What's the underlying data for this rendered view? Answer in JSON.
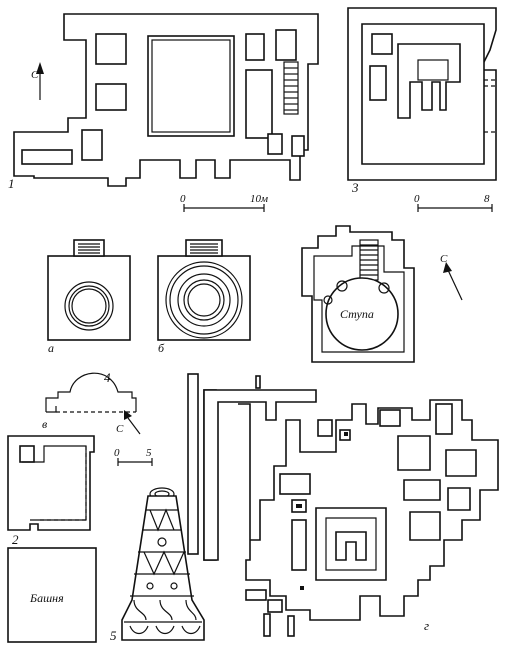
{
  "figures": [
    {
      "id": "fig-1",
      "number": "1"
    },
    {
      "id": "fig-2",
      "number": "2"
    },
    {
      "id": "fig-3",
      "number": "3"
    },
    {
      "id": "fig-4",
      "number": "4",
      "subfigures": [
        "а",
        "б",
        "в"
      ]
    },
    {
      "id": "fig-5",
      "number": "5"
    },
    {
      "id": "fig-g",
      "number": "г"
    }
  ],
  "labels": {
    "north": "С",
    "stupa": "Ступа",
    "tower": "Башня",
    "fig1_number": "1",
    "fig2_number": "2",
    "fig3_number": "3",
    "fig4_number": "4",
    "fig5_number": "5",
    "figg_number": "г",
    "sub_a": "а",
    "sub_b": "б",
    "sub_v": "в"
  },
  "scale_bars": {
    "fig1": {
      "start": "0",
      "end": "10м"
    },
    "fig3": {
      "start": "0",
      "end": "8"
    },
    "fig4": {
      "start": "0",
      "end": "5"
    }
  }
}
